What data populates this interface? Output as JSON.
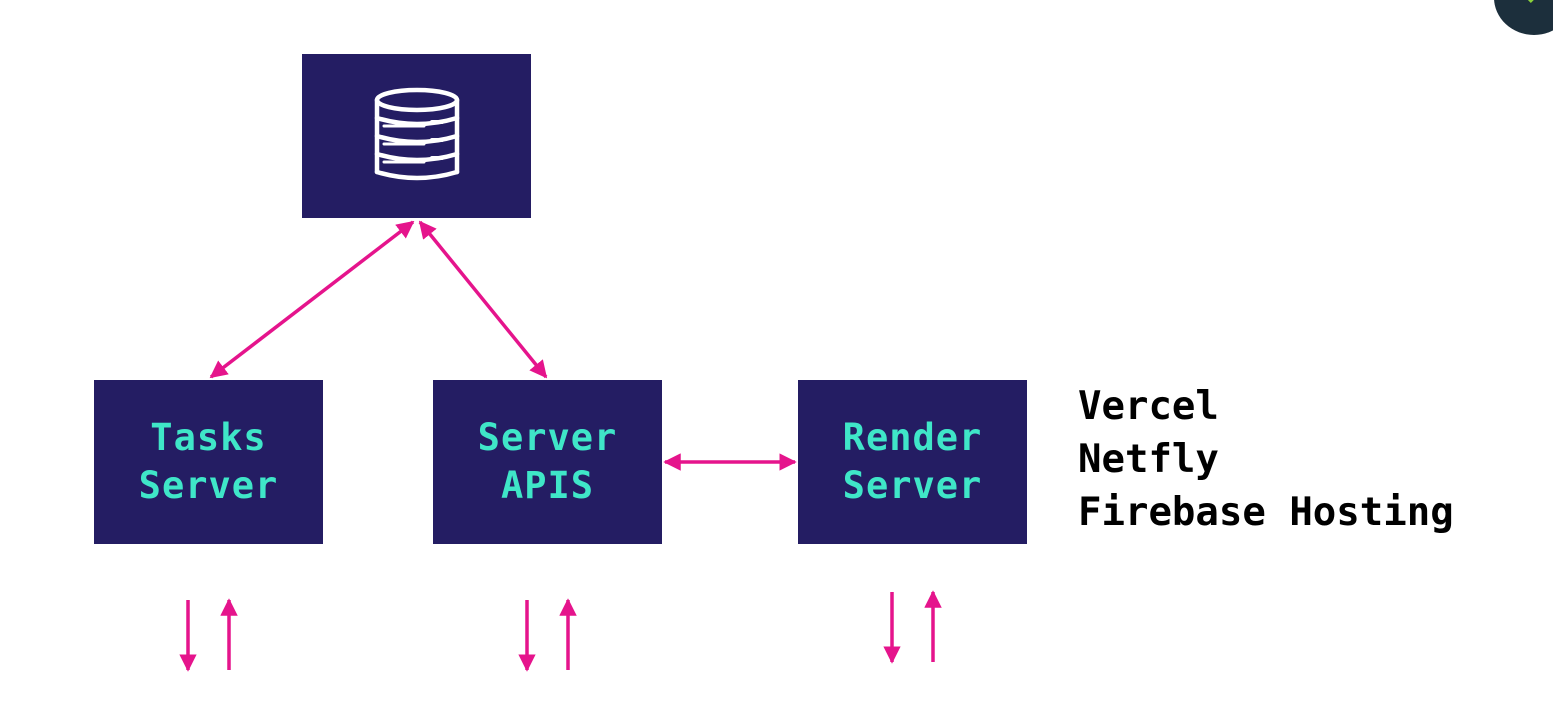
{
  "nodes": {
    "database": {
      "icon": "database-icon"
    },
    "tasks_server": {
      "lines": [
        "Tasks",
        "Server"
      ]
    },
    "server_apis": {
      "lines": [
        "Server",
        "APIS"
      ]
    },
    "render_server": {
      "lines": [
        "Render",
        "Server"
      ]
    }
  },
  "hosting_options": [
    "Vercel",
    "Netfly",
    "Firebase Hosting"
  ],
  "colors": {
    "box_fill": "#241d63",
    "box_text": "#3fe6c8",
    "arrow": "#e5148c",
    "label_text": "#000000",
    "badge_bg": "#1c2f3c",
    "badge_check": "#8ad23a"
  }
}
